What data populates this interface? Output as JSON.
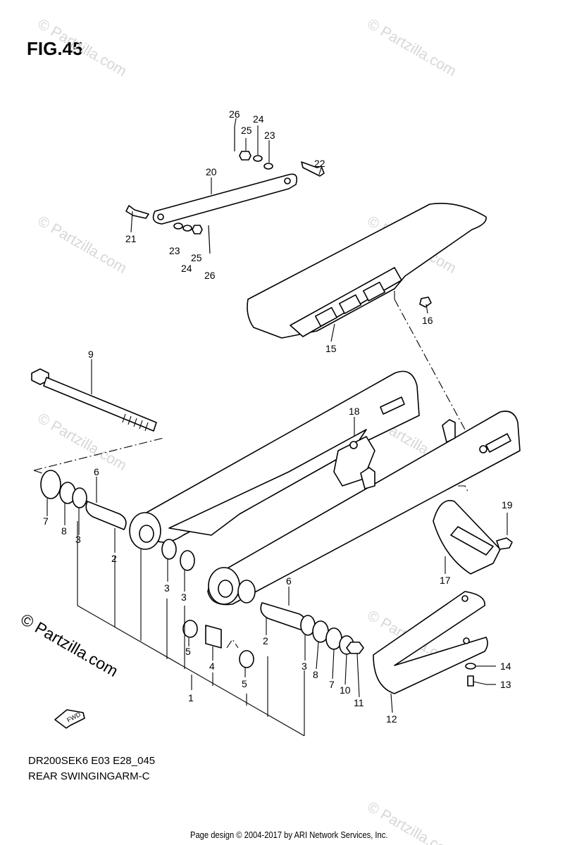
{
  "figure": {
    "title": "FIG.45"
  },
  "model_code": "DR200SEK6 E03 E28_045",
  "diagram_name": "REAR SWINGINGARM-C",
  "footer": "Page design © 2004-2017 by ARI Network Services, Inc.",
  "brand": "© Partzilla.com",
  "watermark": "© Partzilla.com",
  "fwd_label": "FWD",
  "callouts": [
    "26",
    "25",
    "24",
    "23",
    "22",
    "20",
    "21",
    "23",
    "24",
    "25",
    "26",
    "15",
    "16",
    "9",
    "18",
    "6",
    "7",
    "8",
    "3",
    "2",
    "19",
    "17",
    "3",
    "3",
    "6",
    "5",
    "4",
    "2",
    "5",
    "3",
    "8",
    "7",
    "10",
    "11",
    "1",
    "14",
    "13",
    "12"
  ]
}
